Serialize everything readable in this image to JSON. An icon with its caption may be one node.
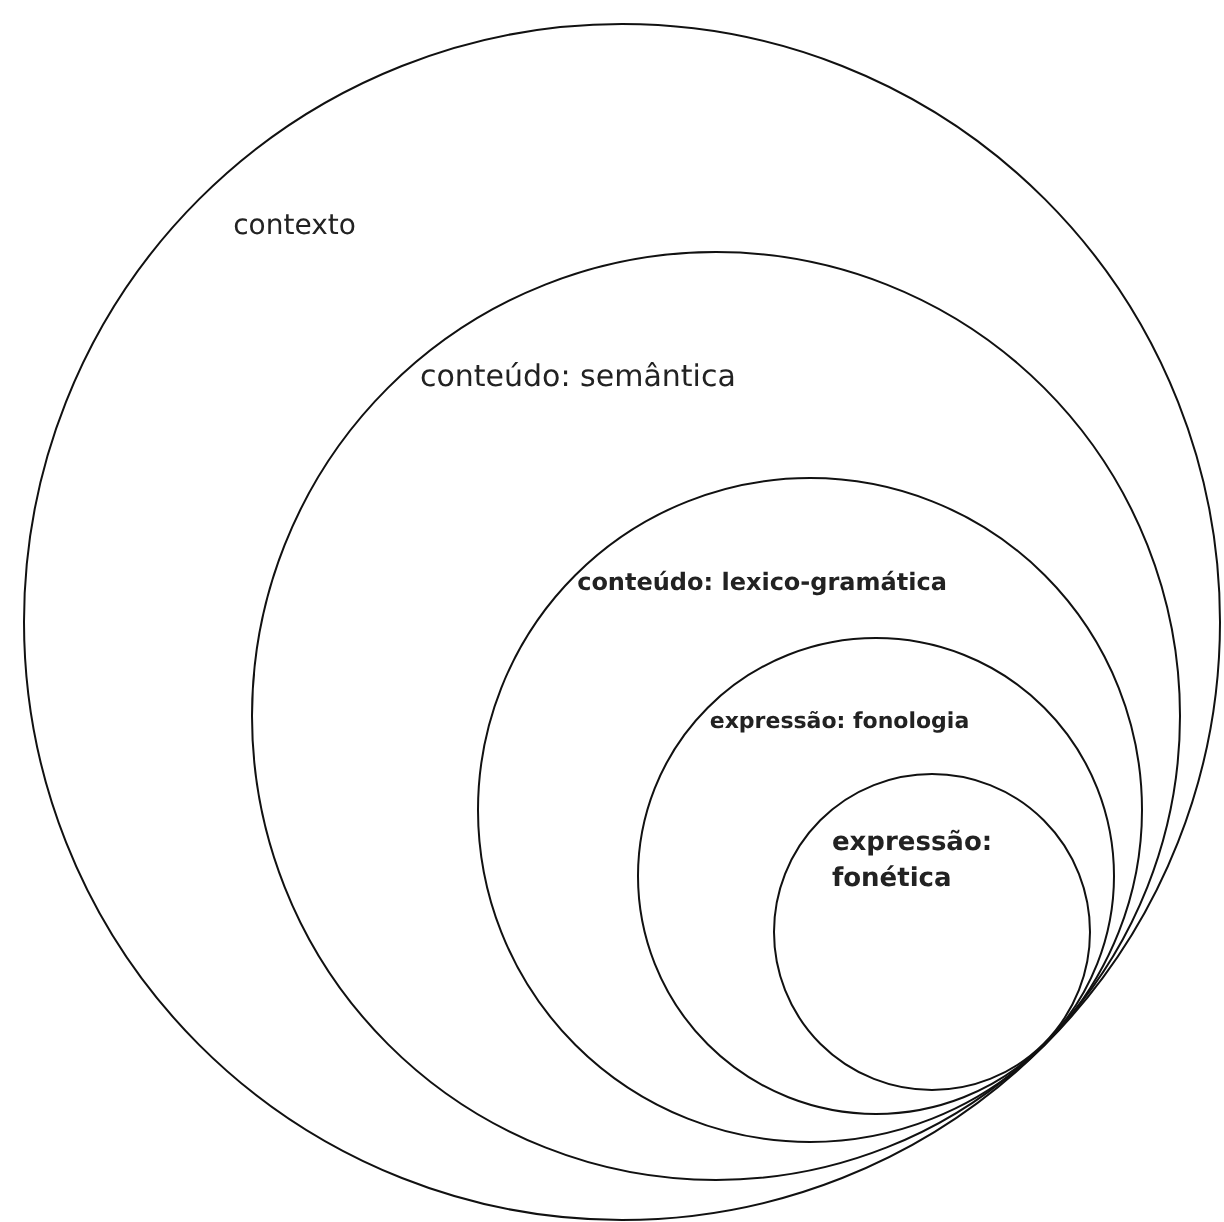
{
  "diagram": {
    "nodes": [
      {
        "text": [
          "contexto"
        ]
      },
      {
        "text": [
          "conteúdo: semântica"
        ],
        "in": 0
      },
      {
        "text": [
          "conteúdo: lexico-gramática"
        ],
        "in": 1
      },
      {
        "text": [
          "expressão: fonologia"
        ],
        "in": 2
      },
      {
        "text": [
          "expressão: fonética"
        ],
        "in": 3
      }
    ]
  }
}
